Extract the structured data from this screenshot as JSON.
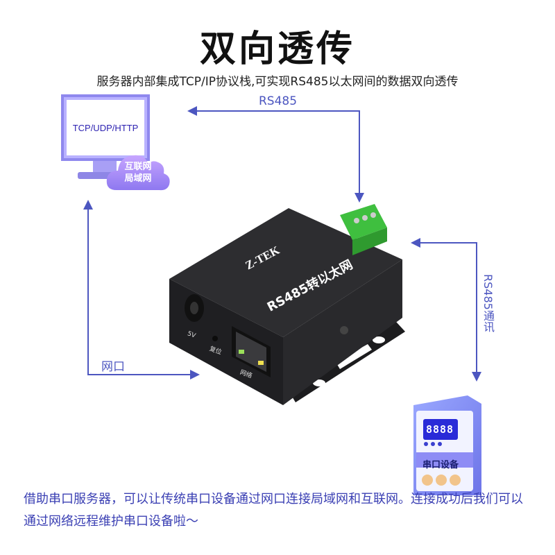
{
  "title": "双向透传",
  "subtitle": "服务器内部集成TCP/IP协议栈,可实现RS485以太网间的数据双向透传",
  "monitor": {
    "screen_text": "TCP/UDP/HTTP"
  },
  "cloud": {
    "line1": "互联网",
    "line2": "局域网"
  },
  "labels": {
    "rs485_top": "RS485",
    "rs485_right": "RS485通讯",
    "network_port": "网口"
  },
  "device": {
    "brand": "Z-TEK",
    "model_text": "RS485转以太网",
    "power_label": "5V",
    "reset_label": "复位",
    "network_label": "网络"
  },
  "serial_device": {
    "display": "8888",
    "label": "串口设备"
  },
  "description": "借助串口服务器，可以让传统串口设备通过网口连接局域网和互联网。连接成功后我们可以通过网络远程维护串口设备啦～",
  "colors": {
    "accent": "#4c56c0",
    "monitor": "#b9b2ff",
    "terminal": "#3fbf3f"
  }
}
